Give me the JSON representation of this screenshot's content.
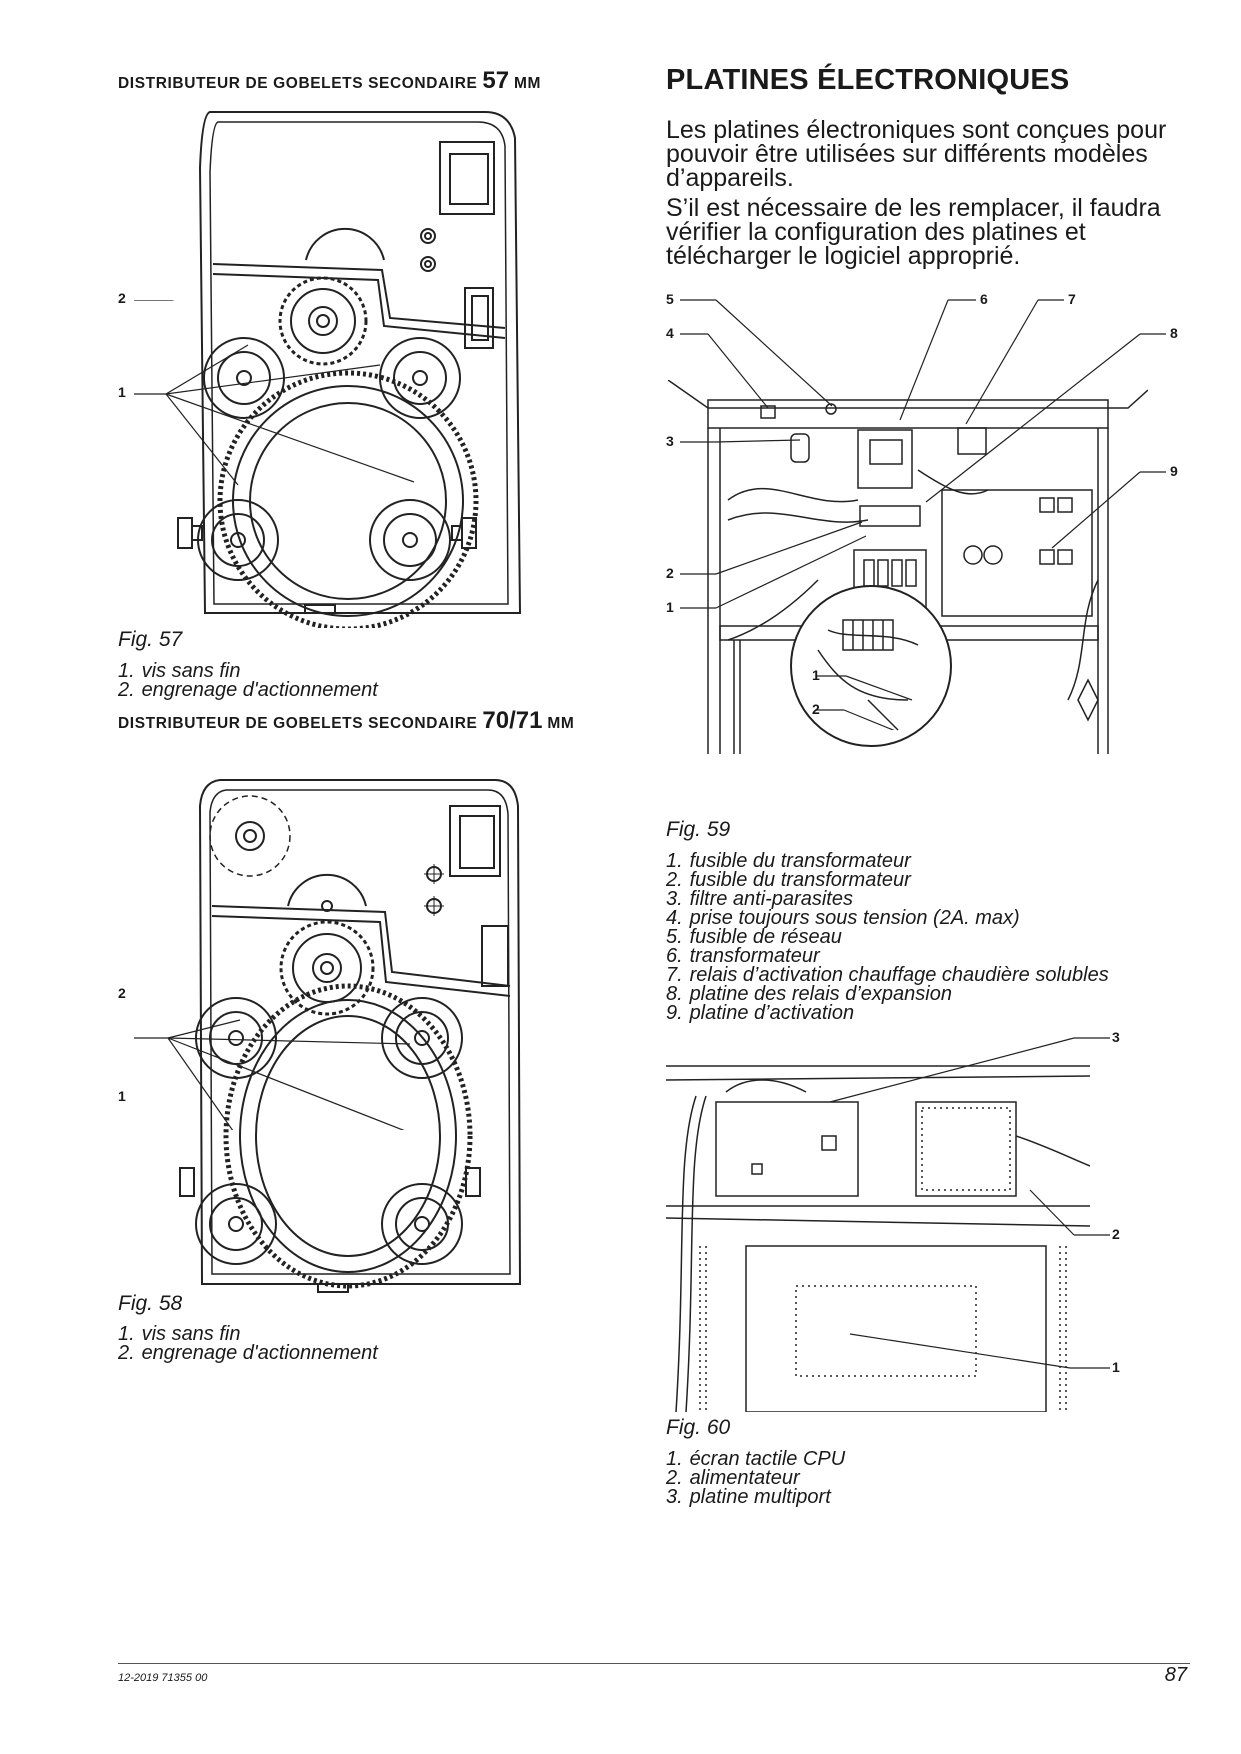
{
  "left": {
    "section1_heading": {
      "text": "DISTRIBUTEUR DE GOBELETS SECONDAIRE",
      "size": "57",
      "unit": "MM"
    },
    "fig57": {
      "caption": "Fig. 57",
      "legend": [
        {
          "num": "1.",
          "text": "vis sans fin"
        },
        {
          "num": "2.",
          "text": "engrenage d'actionnement"
        }
      ],
      "callouts": [
        "2",
        "1"
      ]
    },
    "section2_heading": {
      "text": "DISTRIBUTEUR DE GOBELETS SECONDAIRE",
      "size": "70/71",
      "unit": "MM"
    },
    "fig58": {
      "caption": "Fig. 58",
      "legend": [
        {
          "num": "1.",
          "text": "vis sans fin"
        },
        {
          "num": "2.",
          "text": "engrenage d'actionnement"
        }
      ],
      "callouts": [
        "2",
        "1"
      ]
    }
  },
  "right": {
    "title": "PLATINES ÉLECTRONIQUES",
    "intro": [
      "Les platines électroniques sont conçues pour pouvoir être utilisées sur différents modèles d’appareils.",
      "S’il est nécessaire de les remplacer, il faudra vérifier la configuration des platines et télécharger le logiciel approprié."
    ],
    "fig59": {
      "caption": "Fig. 59",
      "callouts": [
        "5",
        "4",
        "3",
        "2",
        "1",
        "6",
        "7",
        "8",
        "9",
        "1",
        "2"
      ],
      "legend": [
        {
          "num": "1.",
          "text": "fusible du transformateur"
        },
        {
          "num": "2.",
          "text": "fusible du transformateur"
        },
        {
          "num": "3.",
          "text": "filtre anti-parasites"
        },
        {
          "num": "4.",
          "text": "prise toujours sous tension (2A. max)"
        },
        {
          "num": "5.",
          "text": "fusible de réseau"
        },
        {
          "num": "6.",
          "text": "transformateur"
        },
        {
          "num": "7.",
          "text": "relais d’activation chauffage chaudière solubles"
        },
        {
          "num": "8.",
          "text": "platine des relais d’expansion"
        },
        {
          "num": "9.",
          "text": "platine d’activation"
        }
      ]
    },
    "fig60": {
      "caption": "Fig. 60",
      "callouts": [
        "3",
        "2",
        "1"
      ],
      "legend": [
        {
          "num": "1.",
          "text": "écran tactile CPU"
        },
        {
          "num": "2.",
          "text": "alimentateur"
        },
        {
          "num": "3.",
          "text": "platine multiport"
        }
      ]
    }
  },
  "footer": {
    "code": "12-2019 71355 00",
    "page": "87"
  }
}
